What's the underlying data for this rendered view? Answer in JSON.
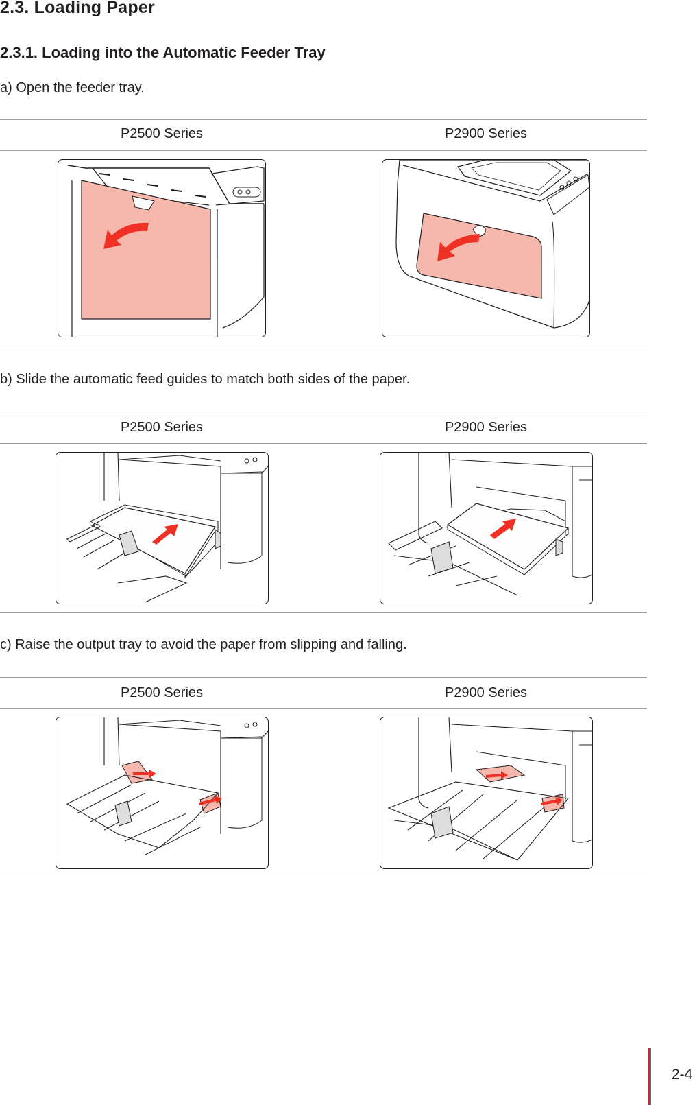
{
  "section_title": "2.3. Loading Paper",
  "subsection_title": "2.3.1. Loading into the Automatic Feeder Tray",
  "steps": [
    {
      "text": "a) Open the feeder tray.",
      "columns": [
        "P2500 Series",
        "P2900 Series"
      ]
    },
    {
      "text": "b) Slide the automatic feed guides to match both sides of the paper.",
      "columns": [
        "P2500 Series",
        "P2900 Series"
      ]
    },
    {
      "text": "c) Raise the output tray to avoid the paper from slipping and falling.",
      "columns": [
        "P2500 Series",
        "P2900 Series"
      ]
    }
  ],
  "page_number": "2-4",
  "colors": {
    "highlight_fill": "#f6b7ac",
    "arrow_red": "#ee3124",
    "rule_gray": "#9d9d9d",
    "page_rule_red": "#d2232a"
  }
}
